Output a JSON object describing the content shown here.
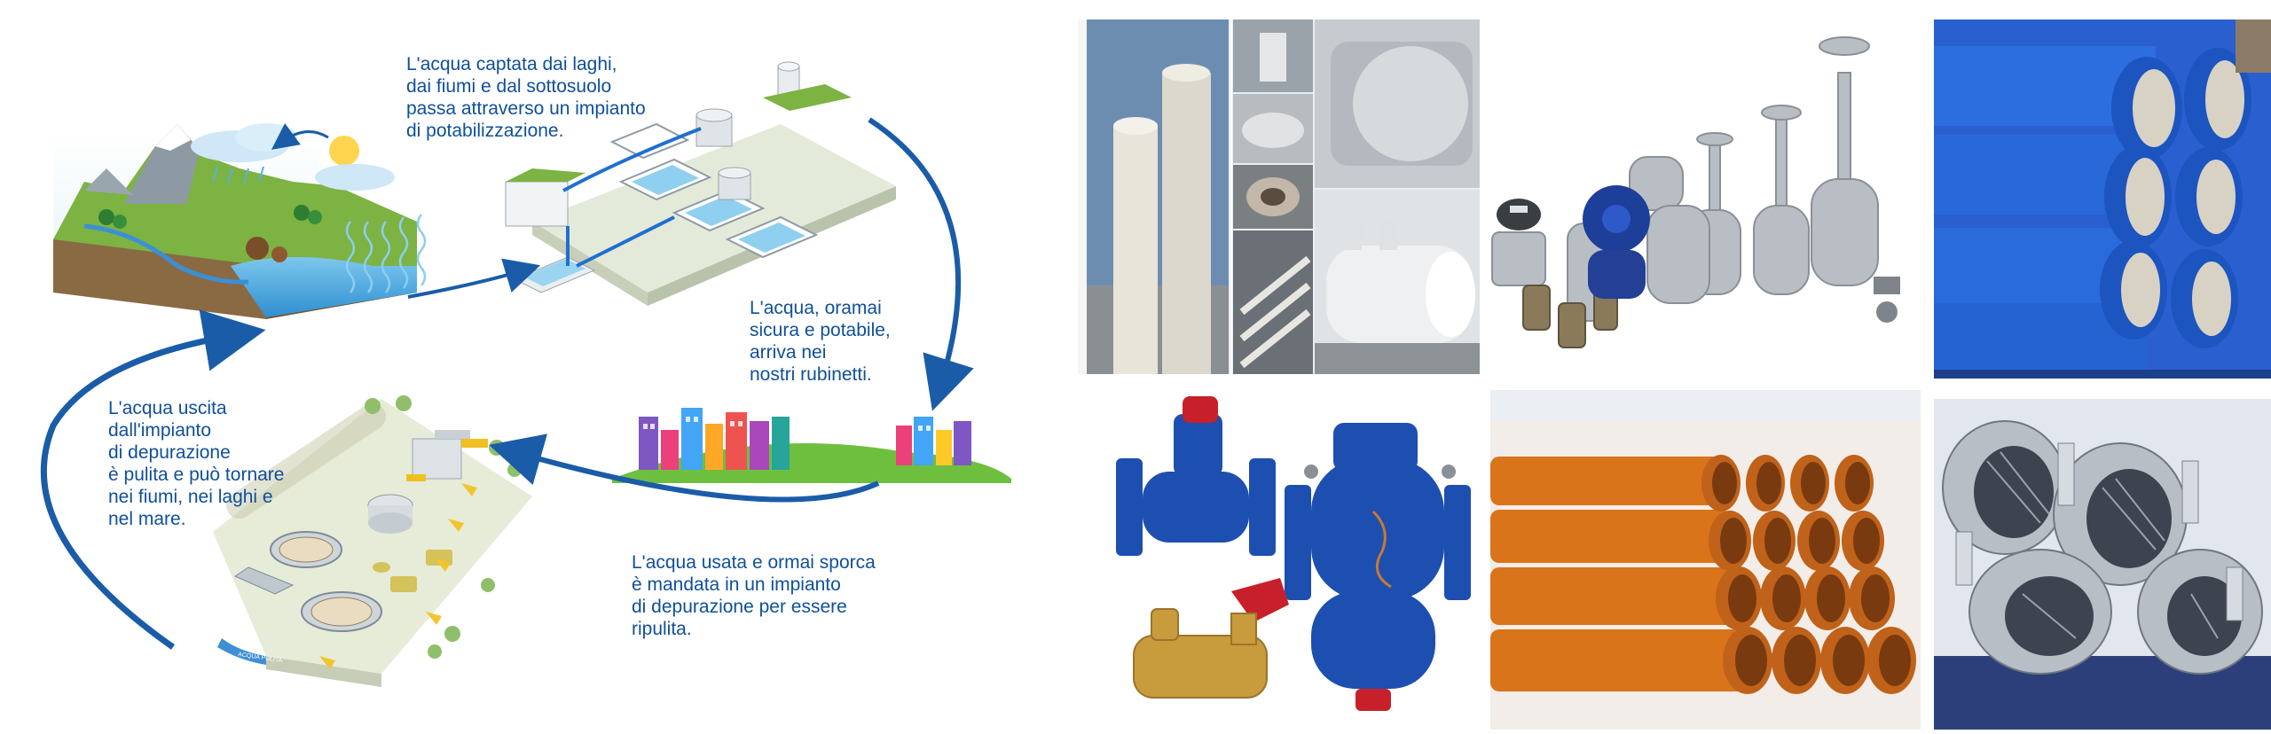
{
  "diagram": {
    "captions": {
      "intake": "L'acqua captata dai laghi,\ndai fiumi e dal sottosuolo\npassa attraverso un impianto\ndi potabilizzazione.",
      "distribution": "L'acqua, oramai\nsicura e potabile,\narriva nei\nnostri rubinetti.",
      "return": "L'acqua uscita\ndall'impianto\ndi depurazione\nè pulita e può tornare\nnei fiumi, nei laghi e\nnel mare.",
      "wastewater": "L'acqua usata e ormai sporca\nè mandata in un impianto\ndi depurazione per essere\nripulita."
    },
    "tank_label": "ACQUA PULITA"
  },
  "colors": {
    "caption_text": "#0f4f9a",
    "cycle_arrow": "#1a5ca8",
    "pipe_blue": "#1f6fd1",
    "pipe_orange": "#d9741a",
    "valve_blue": "#1d4fb0",
    "valve_red": "#c8202a",
    "steel": "#b9bec4",
    "brass": "#c89b3c"
  }
}
